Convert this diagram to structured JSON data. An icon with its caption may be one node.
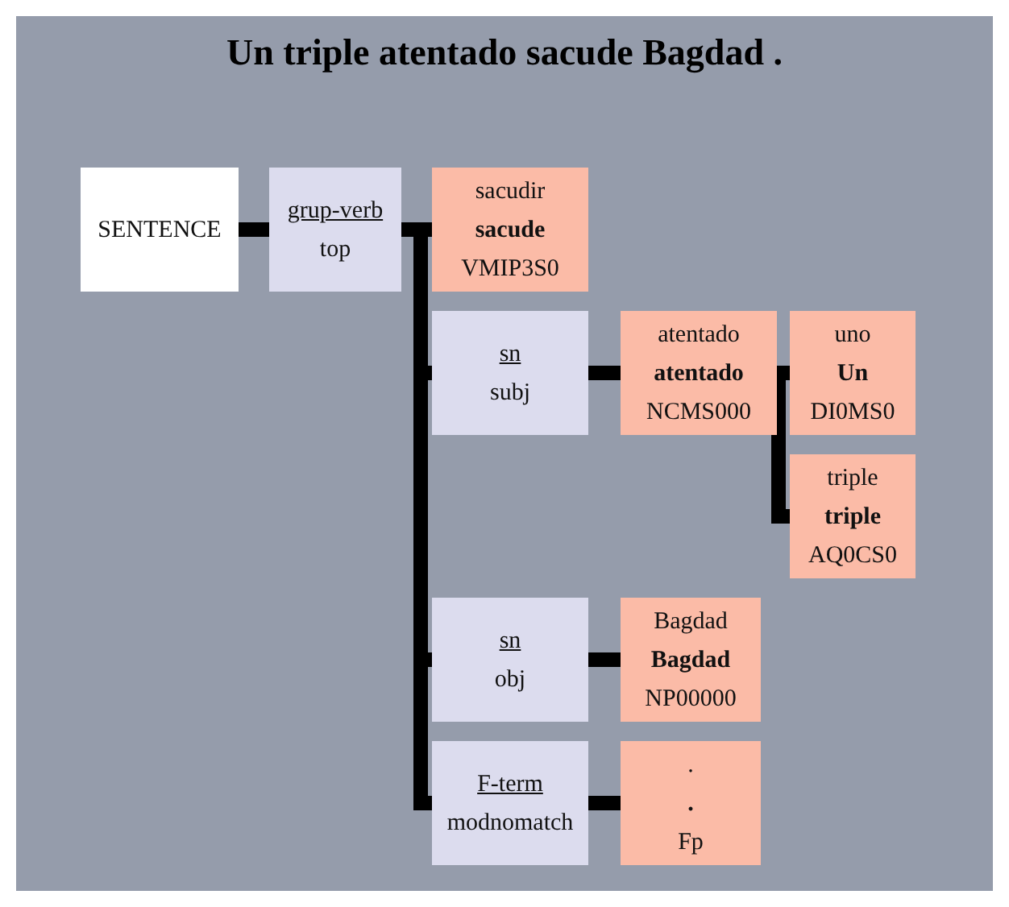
{
  "diagram": {
    "title": "Un triple atentado sacude Bagdad .",
    "nodes": [
      {
        "text": [
          "SENTENCE"
        ]
      },
      {
        "text": [
          "grup-verb",
          "top"
        ]
      },
      {
        "text": [
          "sacudir",
          "sacude",
          "VMIP3S0"
        ]
      },
      {
        "text": [
          "sn",
          "subj"
        ]
      },
      {
        "text": [
          "atentado",
          "atentado",
          "NCMS000"
        ]
      },
      {
        "text": [
          "uno",
          "Un",
          "DI0MS0"
        ]
      },
      {
        "text": [
          "triple",
          "triple",
          "AQ0CS0"
        ]
      },
      {
        "text": [
          "sn",
          "obj"
        ]
      },
      {
        "text": [
          "Bagdad",
          "Bagdad",
          "NP00000"
        ]
      },
      {
        "text": [
          "F-term",
          "modnomatch"
        ]
      },
      {
        "text": [
          ".",
          ".",
          "Fp"
        ]
      }
    ],
    "edges": [
      {
        "from": 0,
        "to": 1,
        "arrow": "none"
      },
      {
        "from": 1,
        "to": 2,
        "arrow": "none"
      },
      {
        "from": 1,
        "to": 3,
        "arrow": "none"
      },
      {
        "from": 1,
        "to": 7,
        "arrow": "none"
      },
      {
        "from": 1,
        "to": 9,
        "arrow": "none"
      },
      {
        "from": 3,
        "to": 4,
        "arrow": "none"
      },
      {
        "from": 4,
        "to": 5,
        "arrow": "none"
      },
      {
        "from": 4,
        "to": 6,
        "arrow": "none"
      },
      {
        "from": 7,
        "to": 8,
        "arrow": "none"
      },
      {
        "from": 9,
        "to": 10,
        "arrow": "none"
      }
    ]
  }
}
